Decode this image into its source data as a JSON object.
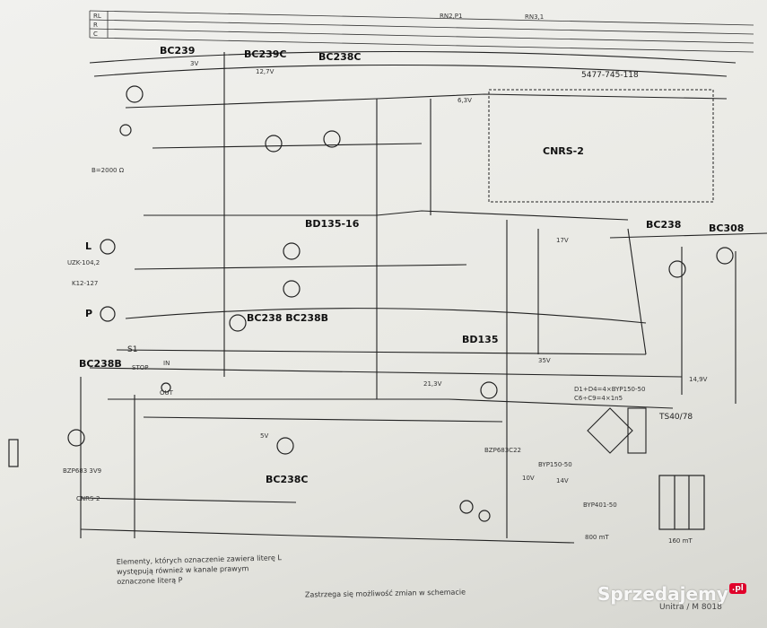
{
  "header_table": {
    "row_labels": [
      "RL",
      "R",
      "C"
    ],
    "codes": [
      "RN2,P1",
      "RN3,1",
      "5477-745-118"
    ]
  },
  "components": {
    "transistors": [
      "BC239",
      "BC239C",
      "BC238C",
      "BD135-16",
      "BC238 BC238B",
      "BC238B",
      "BC238C",
      "BD135",
      "BC238",
      "BC308"
    ],
    "module": "CNRS-2",
    "transformer": "TS40/78",
    "diode_note": "D1+D4=4×BYP150-50",
    "cap_note": "C6÷C9=4×1n5",
    "rectifier": "BYP150-50",
    "rectifier2": "BYP401-50",
    "zener1": "BZP683 3V9",
    "zener2": "BZP683C22",
    "fuse1": "800 mT",
    "fuse2": "160 mT",
    "switch": "CNRS-2",
    "voltages": [
      "12,7V",
      "6,3V",
      "21,3V",
      "35V",
      "10V",
      "14V",
      "14,9V",
      "17V",
      "5V",
      "3V"
    ],
    "connectors": [
      "L",
      "P",
      "UZK-104,2",
      "K12-127",
      "S1",
      "STOP",
      "IN",
      "OUT",
      "B=2000 Ω"
    ]
  },
  "notes": {
    "bottom_left": [
      "Elementy, których oznaczenie zawiera literę L",
      "występują również w kanale prawym",
      "oznaczone literą P"
    ],
    "footer": "Zastrzega się możliwość zmian w schemacie",
    "model": "Unitra / M 8018"
  },
  "watermark": {
    "text": "Sprzedajemy",
    "badge": ".pl"
  }
}
